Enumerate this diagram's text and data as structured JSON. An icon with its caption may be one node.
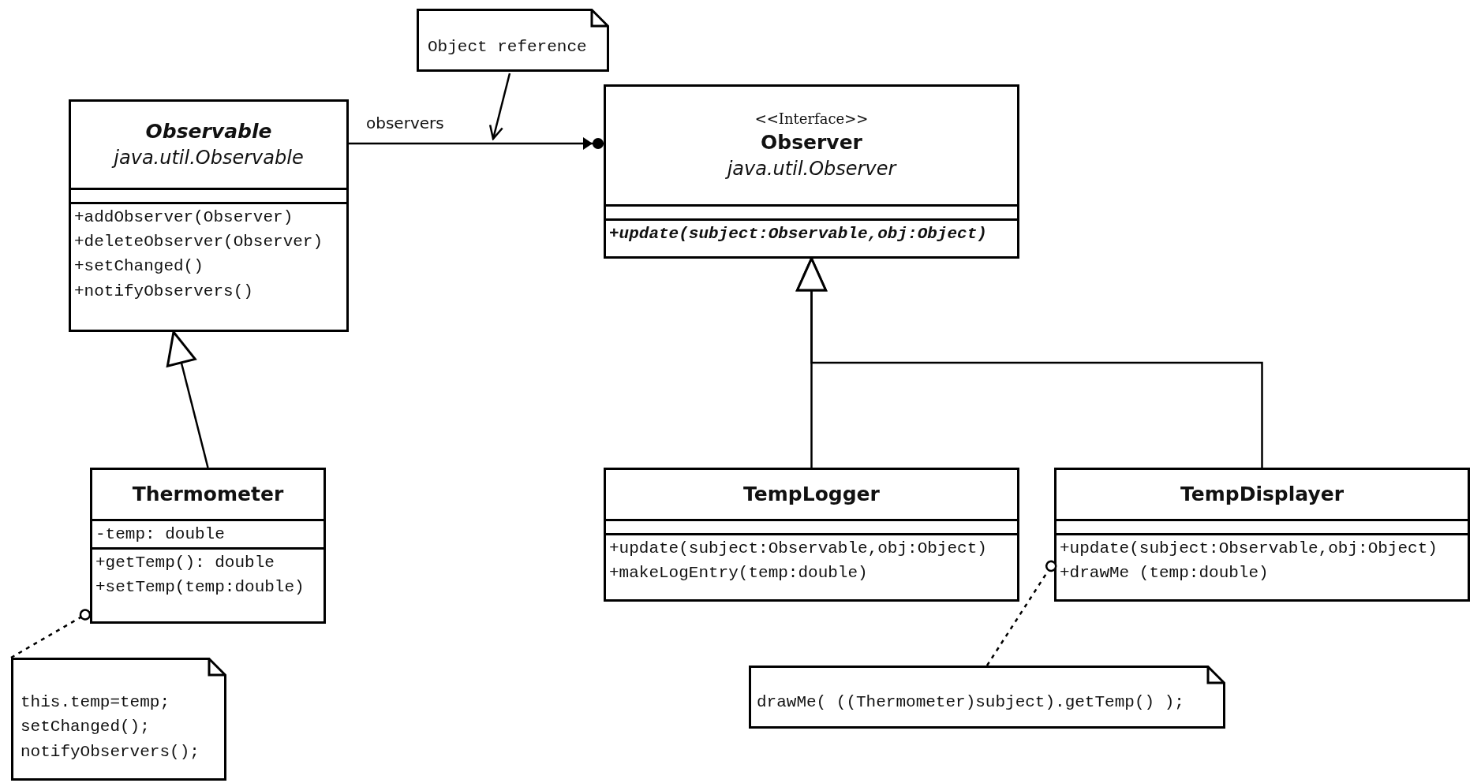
{
  "diagram": {
    "nodes": [
      {
        "text": [
          "Object reference"
        ]
      },
      {
        "text": [
          "Observable",
          "java.util.Observable",
          "+addObserver(Observer)",
          "+deleteObserver(Observer)",
          "+setChanged()",
          "+notifyObservers()"
        ]
      },
      {
        "text": [
          "<<Interface>>",
          "Observer",
          "java.util.Observer",
          "+update(subject:Observable,obj:Object)"
        ]
      },
      {
        "text": [
          "Thermometer",
          "-temp: double",
          "+getTemp(): double",
          "+setTemp(temp:double)"
        ]
      },
      {
        "text": [
          "TempLogger",
          "+update(subject:Observable,obj:Object)",
          "+makeLogEntry(temp:double)"
        ]
      },
      {
        "text": [
          "TempDisplayer",
          "+update(subject:Observable,obj:Object)",
          "+drawMe (temp:double)"
        ]
      },
      {
        "text": [
          "this.temp=temp;",
          "setChanged();",
          "notifyObservers();"
        ]
      },
      {
        "text": [
          "drawMe( ((Thermometer)subject).getTemp() );"
        ]
      }
    ],
    "edges": [
      {
        "from": 1,
        "to": 2,
        "arrow": "to",
        "label": "observers"
      },
      {
        "from": 0,
        "to": null,
        "arrow": "to"
      },
      {
        "from": 3,
        "to": 1,
        "arrow": "to"
      },
      {
        "from": 4,
        "to": 2,
        "arrow": "to"
      },
      {
        "from": 5,
        "to": 2,
        "arrow": "to"
      },
      {
        "from": 6,
        "to": 3,
        "arrow": "other",
        "style": "dashed"
      },
      {
        "from": 7,
        "to": 5,
        "arrow": "other",
        "style": "dashed"
      }
    ]
  }
}
